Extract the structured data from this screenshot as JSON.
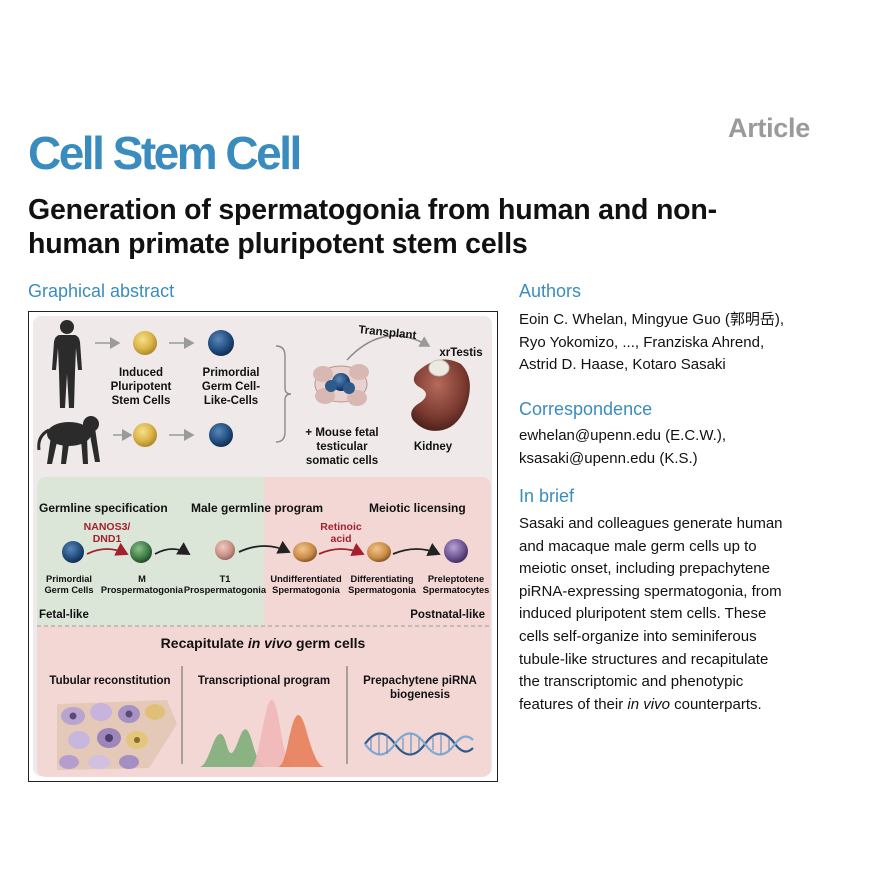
{
  "header": {
    "journal": "Cell Stem Cell",
    "article_type": "Article"
  },
  "title_lines": [
    "Generation of spermatogonia from human and non-",
    "human primate pluripotent stem cells"
  ],
  "graphical_abstract": {
    "heading": "Graphical abstract",
    "top": {
      "ipsc_label": [
        "Induced",
        "Pluripotent",
        "Stem Cells"
      ],
      "pgclc_label": [
        "Primordial",
        "Germ Cell-",
        "Like-Cells"
      ],
      "transplant": "Transplant",
      "xrtestis": "xrTestis",
      "mouse_label": [
        "+ Mouse fetal",
        "testicular",
        "somatic cells"
      ],
      "kidney": "Kidney"
    },
    "program": {
      "germline_spec": "Germline specification",
      "male_program": "Male germline program",
      "meiotic_licensing": "Meiotic licensing",
      "nanos": [
        "NANOS3/",
        "DND1"
      ],
      "retinoic": [
        "Retinoic",
        "acid"
      ],
      "stages": [
        [
          "Primordial",
          "Germ Cells"
        ],
        [
          "M",
          "Prospermatogonia"
        ],
        [
          "T1",
          "Prospermatogonia"
        ],
        [
          "Undifferentiated",
          "Spermatogonia"
        ],
        [
          "Differentiating",
          "Spermatogonia"
        ],
        [
          "Preleptotene",
          "Spermatocytes"
        ]
      ],
      "fetal_like": "Fetal-like",
      "postnatal_like": "Postnatal-like"
    },
    "recap": {
      "prefix": "Recapitulate ",
      "italic": "in vivo",
      "suffix": " germ cells",
      "tubular": "Tubular reconstitution",
      "transcriptional": "Transcriptional program",
      "pirna": [
        "Prepachytene piRNA",
        "biogenesis"
      ]
    }
  },
  "authors": {
    "heading": "Authors",
    "lines": [
      "Eoin C. Whelan, Mingyue Guo (郭明岳),",
      "Ryo Yokomizo, ..., Franziska Ahrend,",
      "Astrid D. Haase, Kotaro Sasaki"
    ]
  },
  "correspondence": {
    "heading": "Correspondence",
    "lines": [
      "ewhelan@upenn.edu (E.C.W.),",
      "ksasaki@upenn.edu (K.S.)"
    ]
  },
  "in_brief": {
    "heading": "In brief",
    "lines": [
      "Sasaki and colleagues generate human",
      "and macaque male germ cells up to",
      "meiotic onset, including prepachytene",
      "piRNA-expressing spermatogonia, from",
      "induced pluripotent stem cells. These",
      "cells self-organize into seminiferous",
      "tubule-like structures and recapitulate",
      "the transcriptomic and phenotypic"
    ],
    "last_line_prefix": "features of their ",
    "last_line_italic": "in vivo",
    "last_line_suffix": " counterparts."
  },
  "colors": {
    "brand_blue": "#3a8cbf",
    "fetal_green": "#dbe5d8",
    "postnatal_pink": "#f2d7d5",
    "arrow_red": "#a3202c"
  }
}
